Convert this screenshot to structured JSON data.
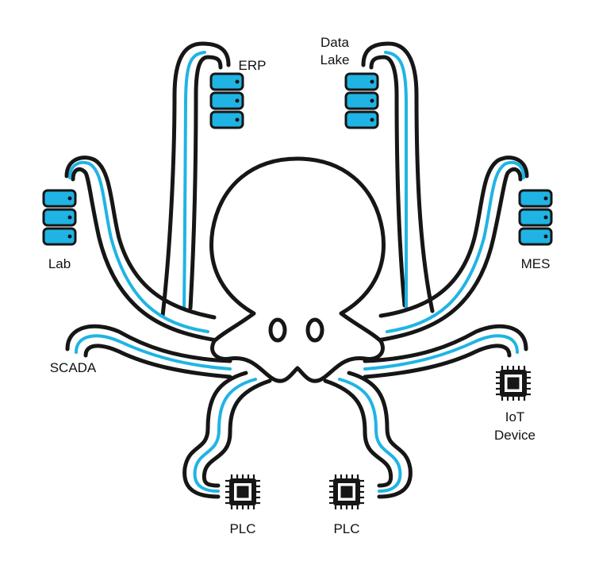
{
  "colors": {
    "outline": "#161616",
    "accent": "#1fb4e4",
    "body_fill": "#ffffff",
    "background": "#ffffff"
  },
  "nodes": {
    "erp": {
      "label": "ERP",
      "icon": "database-icon"
    },
    "data_lake": {
      "label_line1": "Data",
      "label_line2": "Lake",
      "icon": "database-icon"
    },
    "lab": {
      "label": "Lab",
      "icon": "database-icon"
    },
    "mes": {
      "label": "MES",
      "icon": "database-icon"
    },
    "scada": {
      "label": "SCADA"
    },
    "iot_device": {
      "label_line1": "IoT",
      "label_line2": "Device",
      "icon": "chip-icon"
    },
    "plc_left": {
      "label": "PLC",
      "icon": "chip-icon"
    },
    "plc_right": {
      "label": "PLC",
      "icon": "chip-icon"
    }
  }
}
